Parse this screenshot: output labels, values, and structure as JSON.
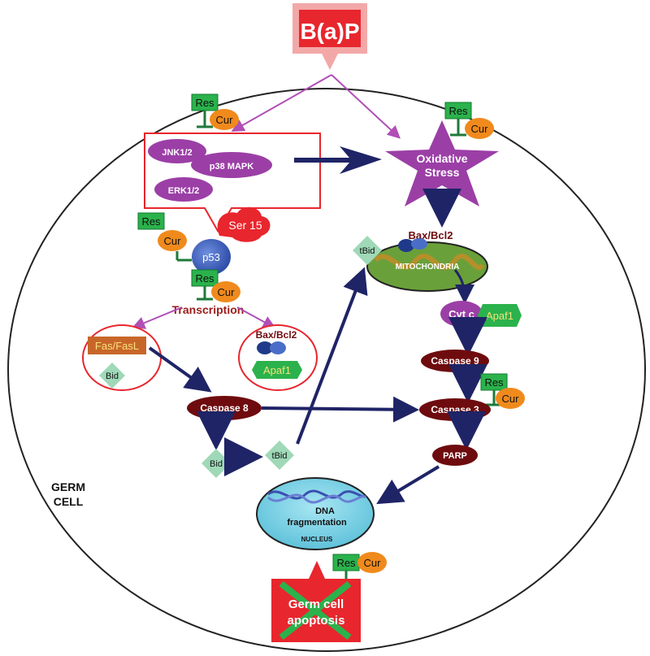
{
  "source": "B(a)P",
  "cell_label": [
    "GERM",
    "CELL"
  ],
  "kinases": [
    "JNK1/2",
    "p38 MAPK",
    "ERK1/2"
  ],
  "oxidative_stress": [
    "Oxidative",
    "Stress"
  ],
  "inhibitors": {
    "res": "Res",
    "cur": "Cur"
  },
  "p53": {
    "label": "p53",
    "phospho": "Ser 15",
    "transcription": "Transcription"
  },
  "extrinsic": {
    "fasl": "Fas/FasL",
    "bid": "Bid"
  },
  "bax_bcl2": "Bax/Bcl2",
  "apaf1": "Apaf1",
  "mitochondria": {
    "bax_bcl2": "Bax/Bcl2",
    "tbid": "tBid",
    "label": "MITOCHONDRIA"
  },
  "cyt_c": "Cyt c",
  "caspase9": "Caspase 9",
  "caspase3": "Caspase 3",
  "caspase8": "Caspase 8",
  "parp": "PARP",
  "bid": "Bid",
  "tbid": "tBid",
  "nucleus": {
    "dna": "DNA",
    "fragmentation": "fragmentation",
    "label": "NUCLEUS"
  },
  "outcome": [
    "Germ cell",
    "apoptosis"
  ],
  "colors": {
    "arrow_navy": "#1f2466",
    "arrow_purple": "#b04fb6",
    "red": "#e8262d",
    "purple": "#9b3fa6",
    "green": "#2bb24c",
    "orange": "#f08a1c",
    "maroon": "#6e0b0e",
    "mint": "#9fd9b8",
    "blue": "#3f5fb5",
    "nucleus": "#7fd3e6",
    "mito": "#6aa03a",
    "fasl": "#c8662a"
  }
}
